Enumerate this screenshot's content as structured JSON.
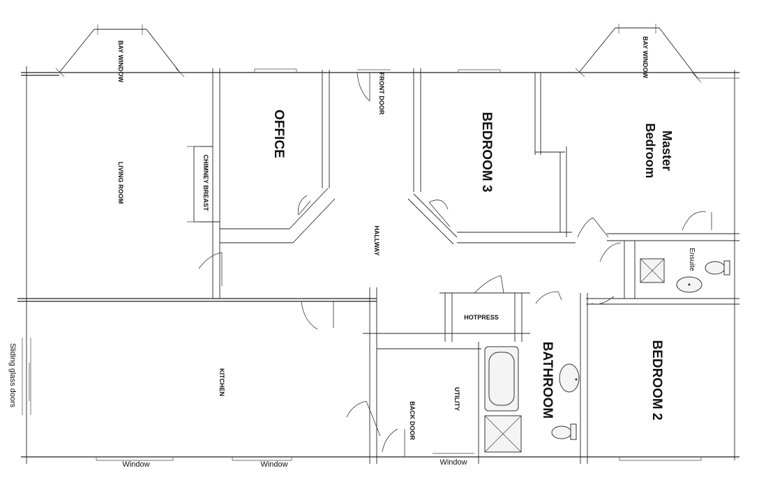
{
  "rooms": {
    "living_room": "LIVING ROOM",
    "office": "OFFICE",
    "chimney_breast": "CHIMNEY BREAST",
    "front_door": "FRONT DOOR",
    "hallway": "HALLWAY",
    "bedroom3": "BEDROOM 3",
    "master_bedroom_line1": "Master",
    "master_bedroom_line2": "Bedroom",
    "ensuite": "Ensuite",
    "kitchen": "KITCHEN",
    "hotpress": "HOTPRESS",
    "utility": "UTILITY",
    "back_door": "BACK DOOR",
    "bathroom": "BATHROOM",
    "bedroom2": "BEDROOM 2"
  },
  "windows": {
    "bay_window_left": "BAY WINDOW",
    "bay_window_right": "BAY WINDOW",
    "sliding_doors": "Sliding glass doors",
    "kitchen_window_1": "Window",
    "kitchen_window_2": "Window",
    "utility_window": "Window"
  }
}
